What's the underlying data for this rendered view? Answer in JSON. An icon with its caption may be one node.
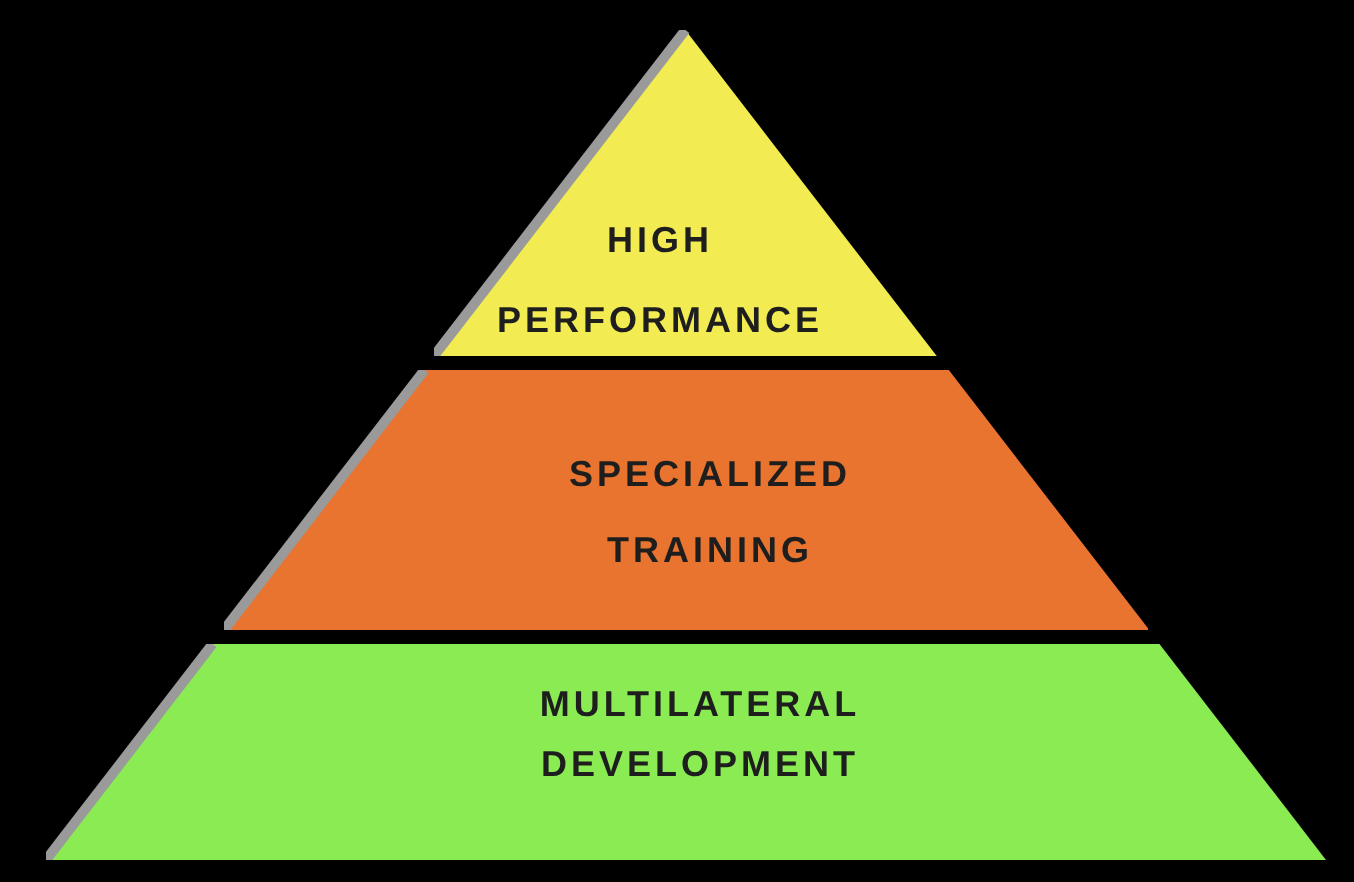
{
  "diagram": {
    "nodes": [
      {
        "text": [
          "HIGH PERFORMANCE"
        ]
      },
      {
        "text": [
          "SPECIALIZED TRAINING"
        ]
      },
      {
        "text": [
          "MULTILATERAL DEVELOPMENT"
        ]
      }
    ]
  }
}
